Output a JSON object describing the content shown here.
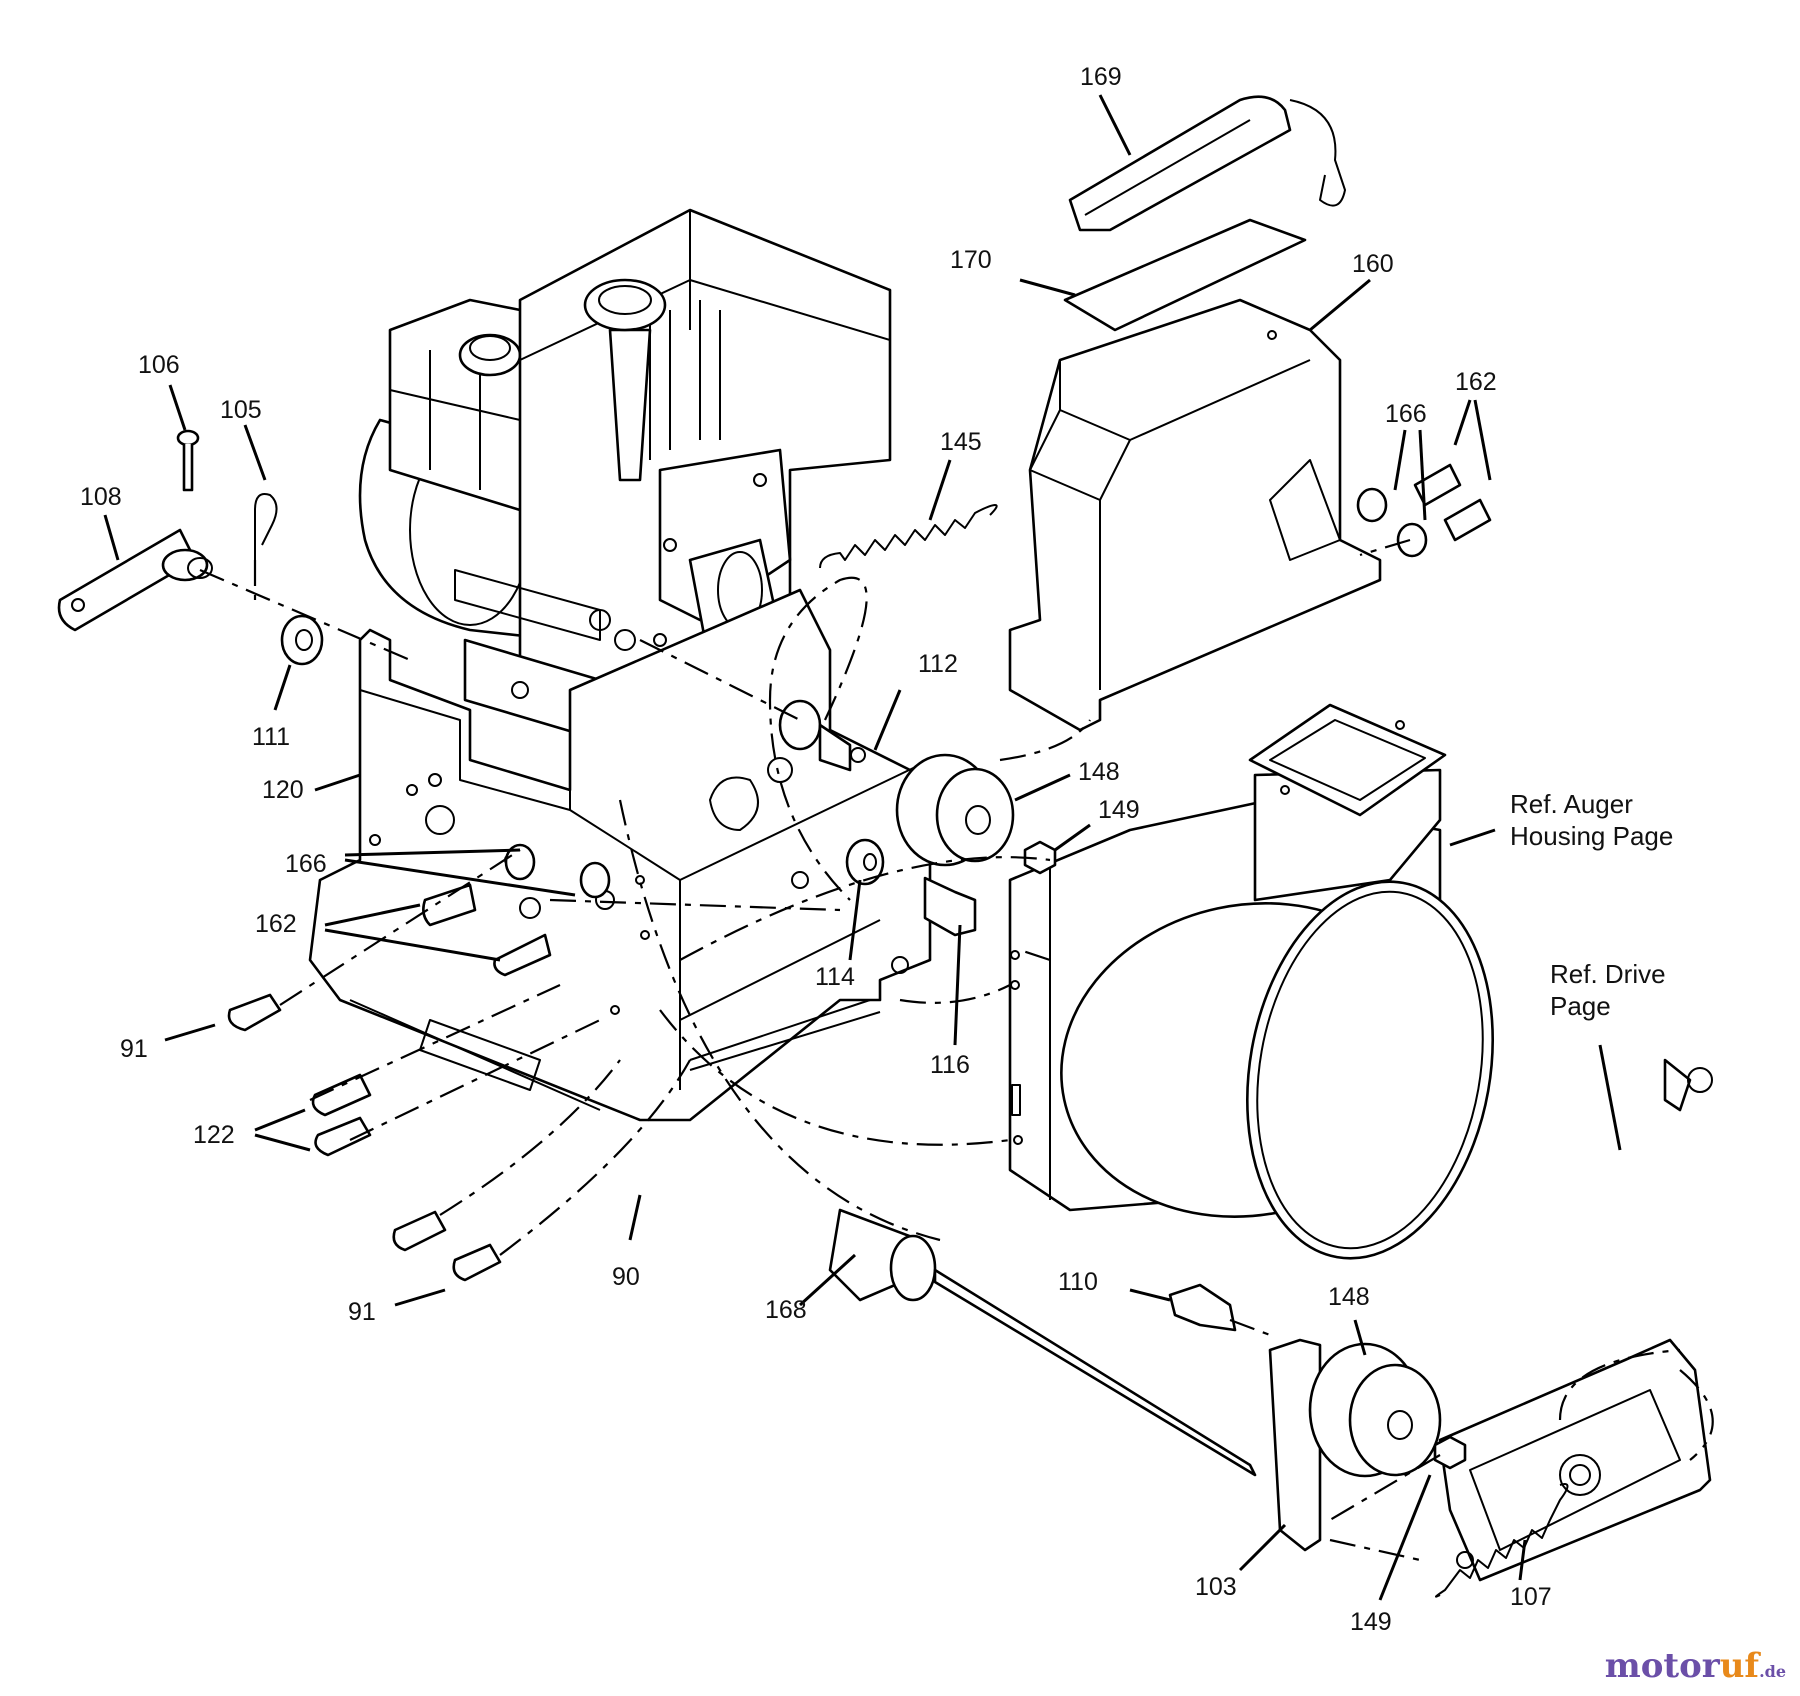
{
  "parts": {
    "p169": "169",
    "p170": "170",
    "p160": "160",
    "p162a": "162",
    "p166a": "166",
    "p106": "106",
    "p105": "105",
    "p108": "108",
    "p145": "145",
    "p112": "112",
    "p111": "111",
    "p120": "120",
    "p148a": "148",
    "p149a": "149",
    "p166b": "166",
    "p162b": "162",
    "p114": "114",
    "p91a": "91",
    "p116": "116",
    "p122": "122",
    "p90": "90",
    "p91b": "91",
    "p168": "168",
    "p110": "110",
    "p148b": "148",
    "p103": "103",
    "p149b": "149",
    "p107": "107"
  },
  "refs": {
    "auger_line1": "Ref. Auger",
    "auger_line2": "Housing Page",
    "drive_line1": "Ref. Drive",
    "drive_line2": "Page"
  },
  "watermark": {
    "brand_a": "motor",
    "brand_b": "uf",
    "tld": ".de"
  },
  "colors": {
    "ink": "#000000",
    "background": "#ffffff",
    "watermark_purple": "#6b4fa8",
    "watermark_orange": "#e8891a"
  }
}
